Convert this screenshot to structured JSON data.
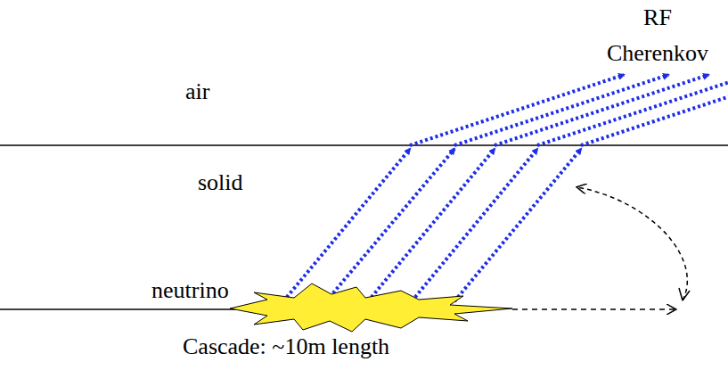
{
  "diagram": {
    "labels": [
      "RF Cherenkov",
      "air",
      "solid",
      "neutrino",
      "Cascade: ~10m length"
    ]
  }
}
